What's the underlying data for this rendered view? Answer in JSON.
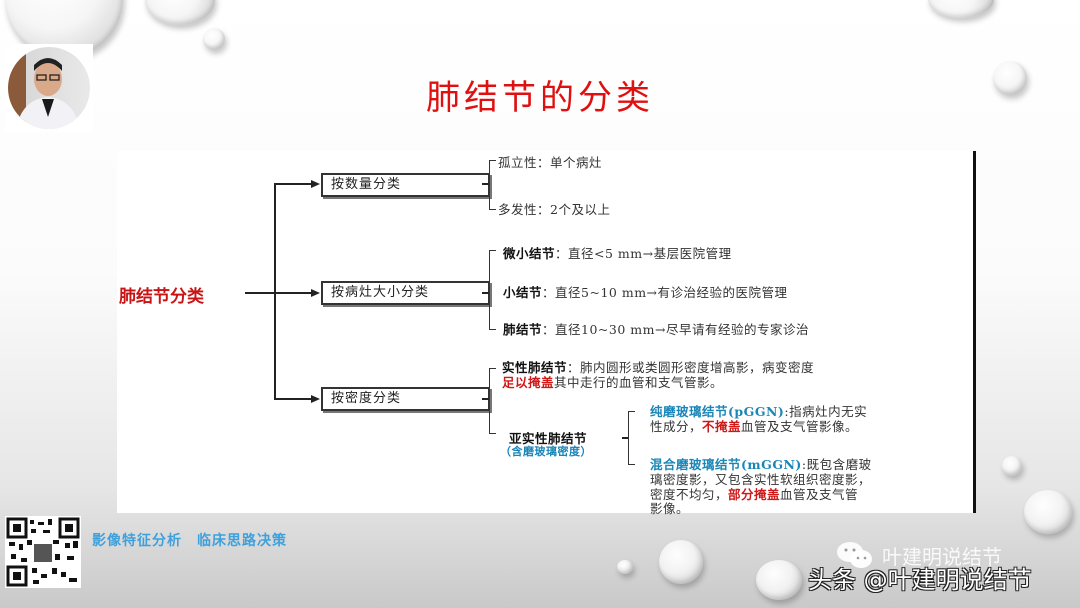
{
  "slide": {
    "title": "肺结节的分类",
    "colors": {
      "title": "#e01010",
      "accent_red": "#d01818",
      "accent_blue": "#1a86b8",
      "slogan_blue": "#3ea0dc"
    }
  },
  "diagram": {
    "root": "肺结节分类",
    "branches": [
      {
        "label": "按数量分类",
        "items": [
          {
            "term": "孤立性",
            "sep": "：",
            "desc": "单个病灶"
          },
          {
            "term": "多发性",
            "sep": "：",
            "desc": "2个及以上"
          }
        ]
      },
      {
        "label": "按病灶大小分类",
        "items": [
          {
            "term": "微小结节",
            "sep": "：",
            "desc": "直径<5 mm→基层医院管理"
          },
          {
            "term": "小结节",
            "sep": "：",
            "desc": "直径5~10 mm→有诊治经验的医院管理"
          },
          {
            "term": "肺结节",
            "sep": "：",
            "desc": "直径10~30 mm→尽早请有经验的专家诊治"
          }
        ]
      },
      {
        "label": "按密度分类",
        "solid": {
          "term": "实性肺结节",
          "sep": "：",
          "desc_line1": "肺内圆形或类圆形密度增高影，病变密度",
          "emph": "足以掩盖",
          "desc_line2_rest": "其中走行的血管和支气管影。"
        },
        "subsolid": {
          "term": "亚实性肺结节",
          "note": "（含磨玻璃密度）",
          "items": [
            {
              "term": "纯磨玻璃结节(pGGN)",
              "sep": ":",
              "line1": "指病灶内无实",
              "line2_pre": "性成分，",
              "emph": "不掩盖",
              "line2_post": "血管及支气管影像。"
            },
            {
              "term": "混合磨玻璃结节(mGGN)",
              "sep": ":",
              "line1": "既包含磨玻",
              "line2": "璃密度影，又包含实性软组织密度影，",
              "line3_pre": "密度不均匀，",
              "emph": "部分掩盖",
              "line3_post": "血管及支气管",
              "line4": "影像。"
            }
          ]
        }
      }
    ]
  },
  "footer": {
    "slogan": "影像特征分析　临床思路决策",
    "watermark_wechat": "叶建明说结节",
    "watermark_toutiao": "头条 @叶建明说结节"
  }
}
